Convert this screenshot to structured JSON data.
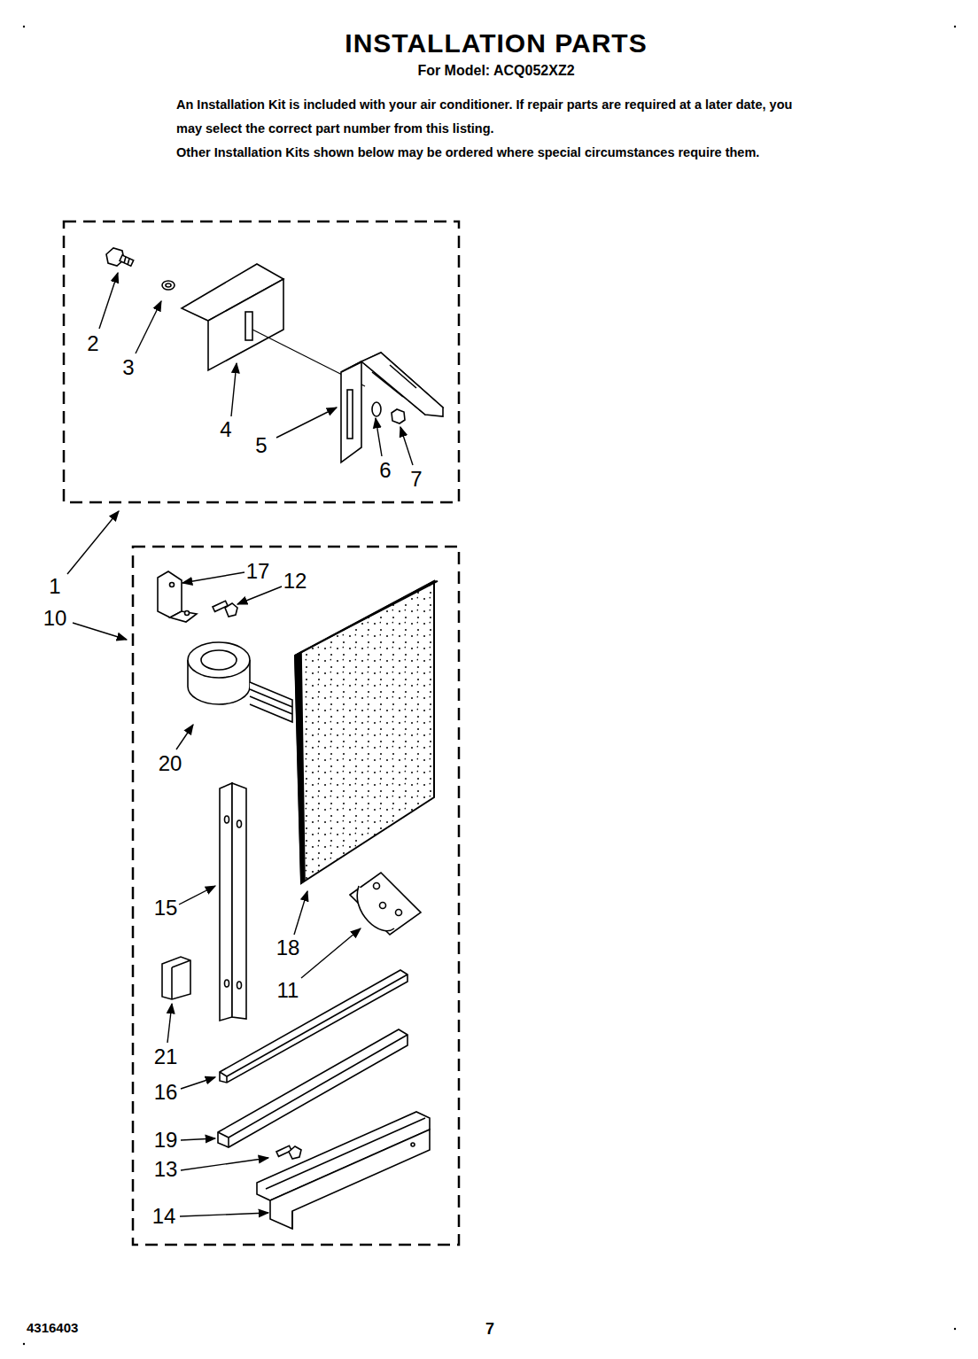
{
  "diagram": {
    "title": "INSTALLATION PARTS",
    "labels": [
      "For Model: ACQ052XZ2",
      "An Installation Kit is included with your air conditioner. If repair parts are required at a later date, you may select the correct part number from this listing.",
      "Other Installation Kits shown below may be ordered where special circumstances require them.",
      "2",
      "3",
      "4",
      "5",
      "6",
      "7",
      "1",
      "10",
      "17",
      "12",
      "20",
      "15",
      "18",
      "11",
      "21",
      "16",
      "19",
      "13",
      "14",
      "4316403",
      "7"
    ]
  }
}
